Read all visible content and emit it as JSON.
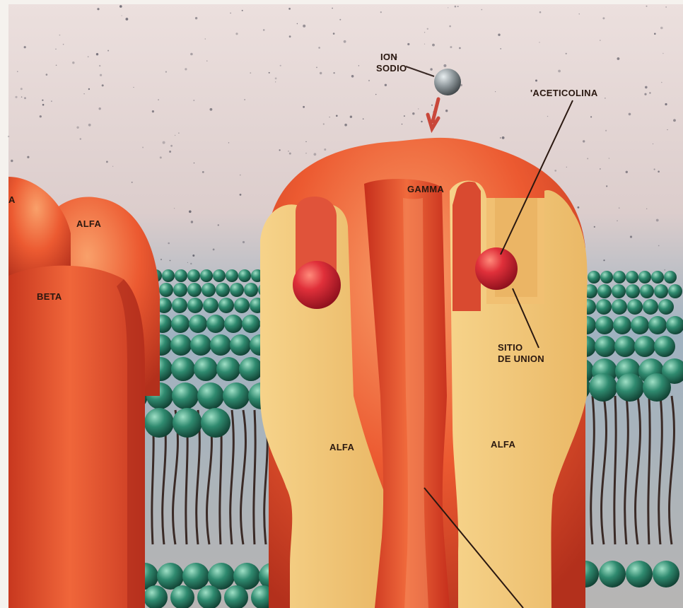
{
  "diagram": {
    "labels": {
      "ion_line1": "ION",
      "ion_line2": "SODIO",
      "acetylcholine": "'ACETICOLINA",
      "gamma": "GAMMA",
      "binding_line1": "SITIO",
      "binding_line2": "DE UNION",
      "alfa_left_unit": "ALFA",
      "beta": "BETA",
      "alfa_center_left": "ALFA",
      "alfa_center_right": "ALFA",
      "partial_left": "A"
    },
    "colors": {
      "background_top": "#e7d8d6",
      "background_bottom": "#9fb3c2",
      "protein_red": "#e8542c",
      "protein_highlight": "#f58a52",
      "protein_cut_face": "#f3c774",
      "binding_ball": "#d21e2a",
      "lipid_head": "#2f8a6f",
      "lipid_tail": "#3a2a26",
      "sodium_ion": "#8e979b"
    }
  }
}
